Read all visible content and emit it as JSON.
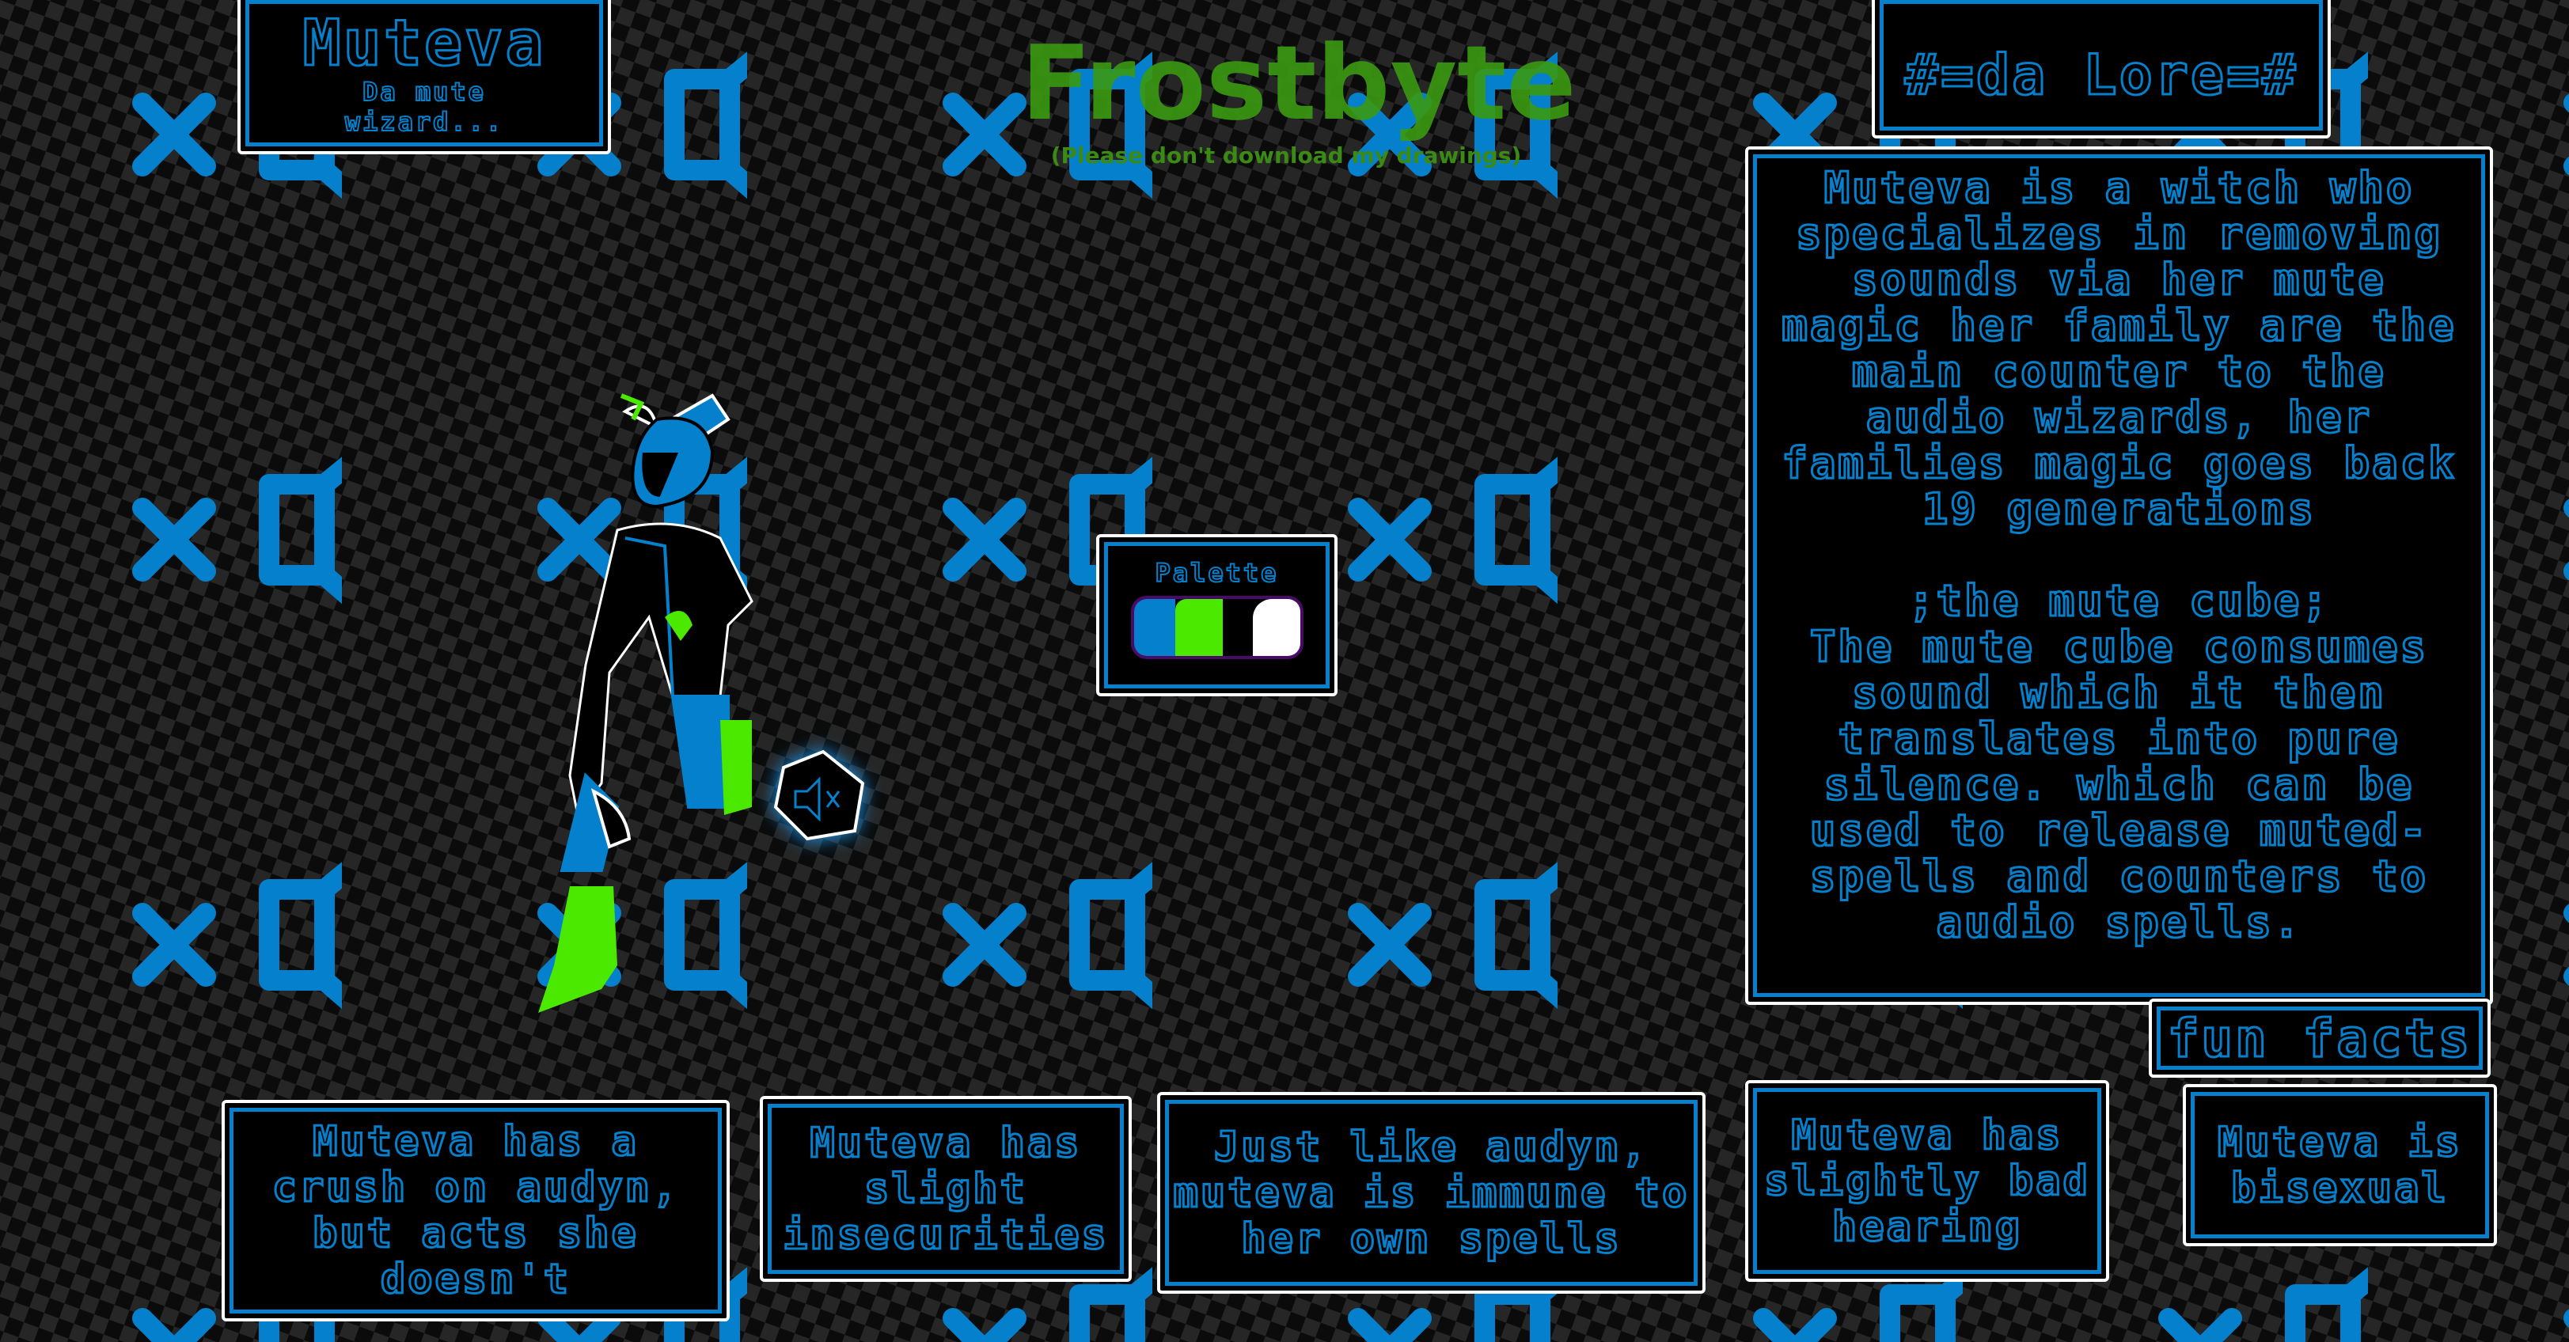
{
  "title": {
    "name": "Muteva",
    "subtitle_line1": "Da mute",
    "subtitle_line2": "wizard..."
  },
  "logo": {
    "name": "Frostbyte",
    "notice": "(Please don't download my drawings)"
  },
  "lore": {
    "header": "#=da Lore=#",
    "paragraph1": "Muteva is a witch who specializes in removing sounds via her mute magic her family are the main counter to the audio wizards, her families magic goes back 19 generations",
    "cube_heading": ";the mute cube;",
    "paragraph2": "The mute cube consumes sound which it then translates into pure silence. which can be used to release muted-spells and counters to audio spells."
  },
  "palette": {
    "label": "Palette",
    "colors": [
      "#0480cc",
      "#4be800",
      "#000000",
      "#ffffff"
    ]
  },
  "fun_facts": {
    "header": "fun facts",
    "facts": [
      "Muteva has a crush on audyn, but acts she doesn't",
      "Muteva has slight insecurities",
      "Just like audyn, muteva is immune to her own spells",
      "Muteva has slightly bad hearing",
      "Muteva is bisexual"
    ]
  },
  "colors": {
    "accent": "#0480cc",
    "green": "#4be800"
  }
}
